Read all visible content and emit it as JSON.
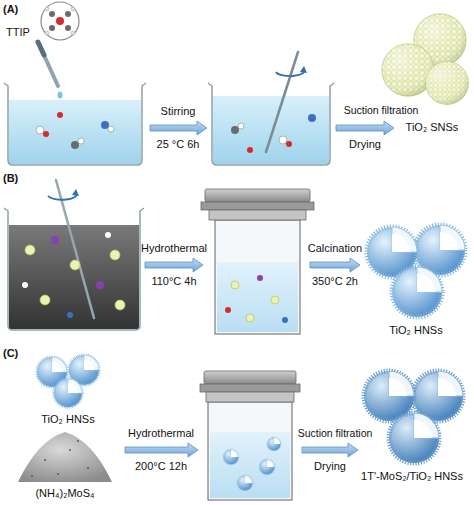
{
  "diagram": {
    "labels": [
      "(A)",
      "TTIP",
      "Stirring",
      "25 °C 6h",
      "Suction filtration",
      "Drying",
      "TiO₂ SNSs",
      "(B)",
      "Hydrothermal",
      "110°C 4h",
      "Calcination",
      "350°C 2h",
      "TiO₂ HNSs",
      "(C)",
      "TiO₂ HNSs",
      "(NH₄)₂MoS₄",
      "Hydrothermal",
      "200°C 12h",
      "Suction filtration",
      "Drying",
      "1T'-MoS₂/TiO₂ HNSs"
    ]
  }
}
